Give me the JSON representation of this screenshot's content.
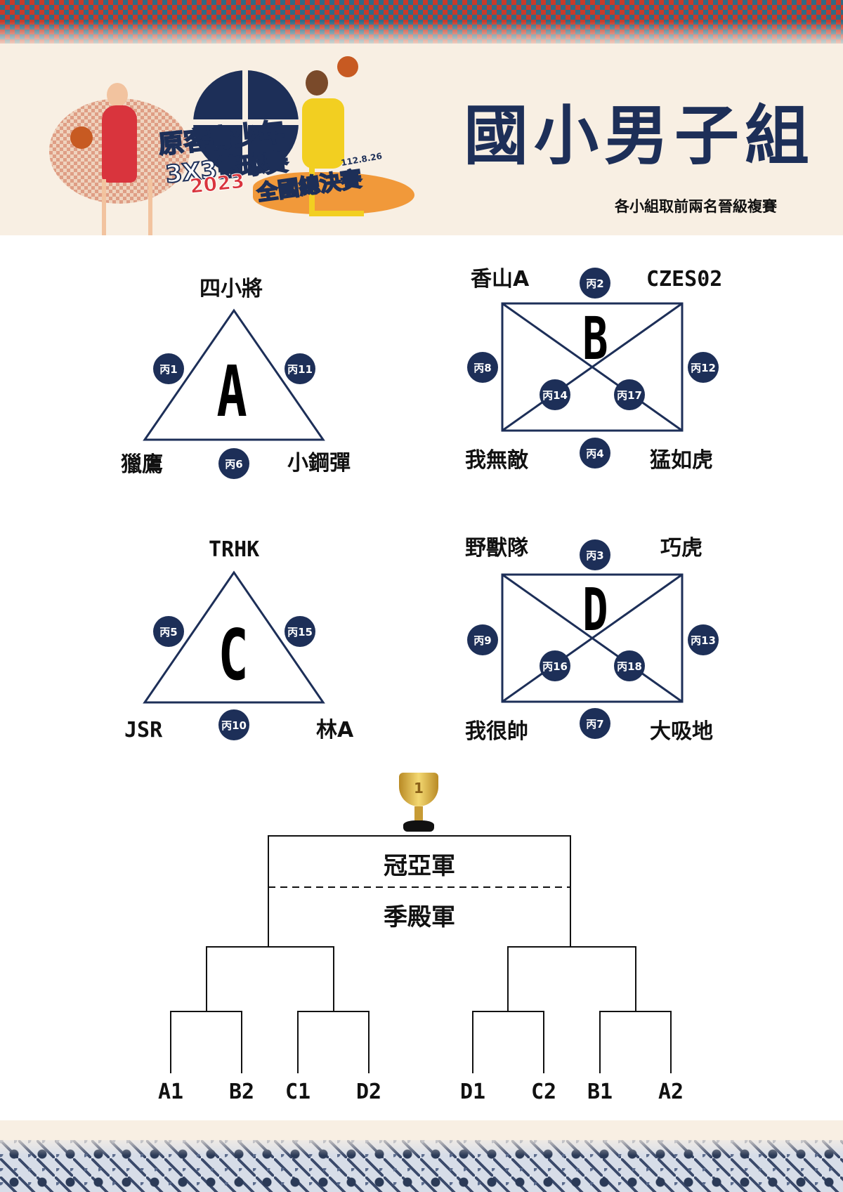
{
  "header": {
    "logo": {
      "line1": "原客青少年",
      "line2": "3X3籃球賽",
      "year": "2023",
      "final": "全國總決賽",
      "date": "112.8.26"
    },
    "title": "國小男子組",
    "subtitle": "各小組取前兩名晉級複賽"
  },
  "groups": {
    "A": {
      "letter": "A",
      "teams": {
        "top": "四小將",
        "left": "獵鷹",
        "right": "小鋼彈"
      },
      "games": {
        "left": "丙1",
        "right": "丙11",
        "bottom": "丙6"
      }
    },
    "B": {
      "letter": "B",
      "teams": {
        "top_left": "香山A",
        "top_right": "CZES02",
        "bottom_left": "我無敵",
        "bottom_right": "猛如虎"
      },
      "games": {
        "top": "丙2",
        "left": "丙8",
        "right": "丙12",
        "bottom": "丙4",
        "diag_left": "丙14",
        "diag_right": "丙17"
      }
    },
    "C": {
      "letter": "C",
      "teams": {
        "top": "TRHK",
        "left": "JSR",
        "right": "林A"
      },
      "games": {
        "left": "丙5",
        "right": "丙15",
        "bottom": "丙10"
      }
    },
    "D": {
      "letter": "D",
      "teams": {
        "top_left": "野獸隊",
        "top_right": "巧虎",
        "bottom_left": "我很帥",
        "bottom_right": "大吸地"
      },
      "games": {
        "top": "丙3",
        "left": "丙9",
        "right": "丙13",
        "bottom": "丙7",
        "diag_left": "丙16",
        "diag_right": "丙18"
      }
    }
  },
  "bracket": {
    "trophy_number": "1",
    "final_label": "冠亞軍",
    "third_label": "季殿軍",
    "seeds": [
      "A1",
      "B2",
      "C1",
      "D2",
      "D1",
      "C2",
      "B1",
      "A2"
    ]
  },
  "colors": {
    "navy": "#1d2f58",
    "cream": "#f8efe3",
    "red": "#d9343d",
    "yellow": "#f2cf21",
    "orange": "#f08a1c"
  }
}
